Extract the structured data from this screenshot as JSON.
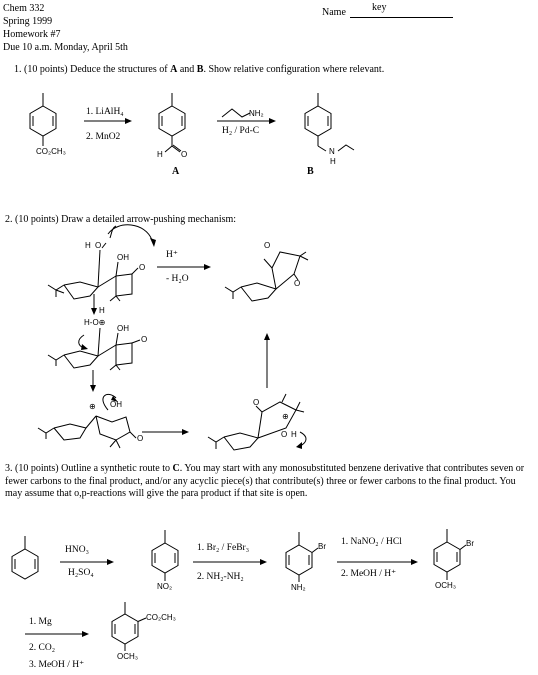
{
  "header": {
    "course": "Chem 332",
    "term": "Spring 1999",
    "homework": "Homework #7",
    "due": "Due 10 a.m. Monday, April 5th",
    "name_label": "Name",
    "name_value": "key"
  },
  "q1": {
    "prompt_lead": "1.  (10 points) Deduce the structures of ",
    "A": "A",
    "and": " and ",
    "B": "B",
    "prompt_tail": ".  Show relative configuration where relevant.",
    "start_sub": "CO₂CH₃",
    "step1_label": "1. LiAlH₄",
    "step2_label": "2. MnO2",
    "aldehyde_H": "H",
    "aldehyde_O": "O",
    "compound_A": "A",
    "amine_reagent": "NH₂",
    "h2_label": "H₂ / Pd-C",
    "compound_B": "B",
    "product_N": "N",
    "product_H": "H"
  },
  "q2": {
    "prompt": "2.  (10 points) Draw a detailed arrow-pushing mechanism:",
    "H_plus": "H⁺",
    "minus_water": "- H₂O",
    "oh_left": "O",
    "h_left": "H",
    "oh_label": "OH",
    "ketone_O": "O",
    "proton_H": "H",
    "oxonium": "H-O⊕",
    "carbocation": "⊕",
    "oh3": "OH",
    "prod_O1": "O",
    "prod_O2": "O",
    "cat_O": "O",
    "cat_O2": "O",
    "cat_H": "H",
    "cat_plus": "⊕"
  },
  "q3": {
    "prompt_lead": "3.  (10 points)  Outline a synthetic route to ",
    "C": "C",
    "prompt_tail": ".  You may start with any monosubstituted benzene derivative that contributes seven or fewer carbons to the final product, and/or any acyclic piece(s) that contribute(s) three or fewer carbons to the final product. You may assume that o,p-reactions will give the para product if that site is open.",
    "r1a": "HNO₃",
    "r1b": "H₂SO₄",
    "no2": "NO₂",
    "r2a": "1. Br₂ / FeBr₃",
    "r2b": "2. NH₂-NH₂",
    "br1": "Br",
    "nh2": "NH₂",
    "r3a": "1. NaNO₂ / HCl",
    "r3b": "2. MeOH / H⁺",
    "br2": "Br",
    "och3": "OCH₃",
    "r4a": "1. Mg",
    "r4b": "2. CO₂",
    "r4c": "3. MeOH / H⁺",
    "ester": "CO₂CH₃",
    "och3_final": "OCH₃"
  }
}
